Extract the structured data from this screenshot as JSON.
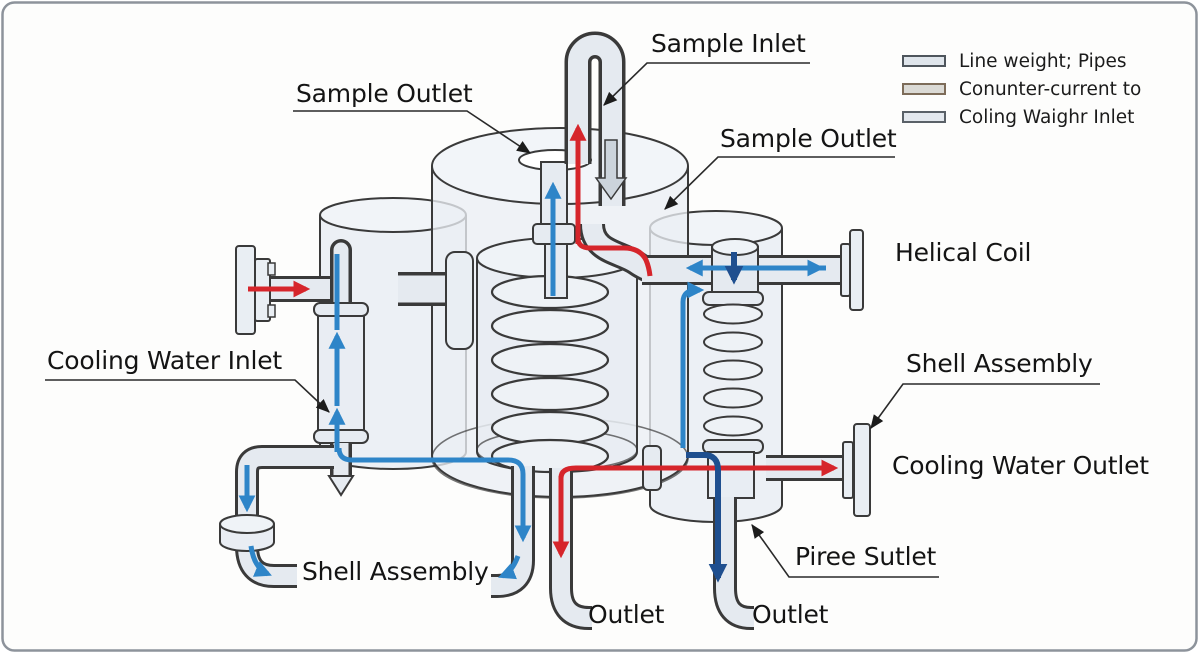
{
  "diagram": {
    "labels": {
      "sample_inlet": "Sample Inlet",
      "sample_outlet_top": "Sample Outlet",
      "sample_outlet_right": "Sample Outlet",
      "helical_coil": "Helical Coil",
      "cooling_water_inlet": "Cooling Water Inlet",
      "shell_assembly_right": "Shell Assembly",
      "cooling_water_outlet": "Cooling Water Outlet",
      "piree_sutlet": "Piree Sutlet",
      "shell_assembly_left": "Shell Assembly",
      "outlet_left": "Outlet",
      "outlet_right": "Outlet"
    },
    "legend": {
      "items": [
        {
          "swatch": "pipe-sample-swatch",
          "fill": "#dfe5eb",
          "border": "#4e555c",
          "label": "Line weight; Pipes"
        },
        {
          "swatch": "pipe-counter-swatch",
          "fill": "#dbdad5",
          "border": "#7d6c59",
          "label": "Conunter-current to"
        },
        {
          "swatch": "pipe-cooling-swatch",
          "fill": "#e3e8ee",
          "border": "#5a6168",
          "label": "Coling Waighr Inlet"
        }
      ]
    },
    "colors": {
      "hot_flow": "#d6252b",
      "cooling_flow": "#2e85c8",
      "counter_flow": "#1f4f8f",
      "pipe_fill": "#e5eaf0",
      "outline": "#3a3a3a",
      "frame_border": "#8d939b"
    }
  }
}
